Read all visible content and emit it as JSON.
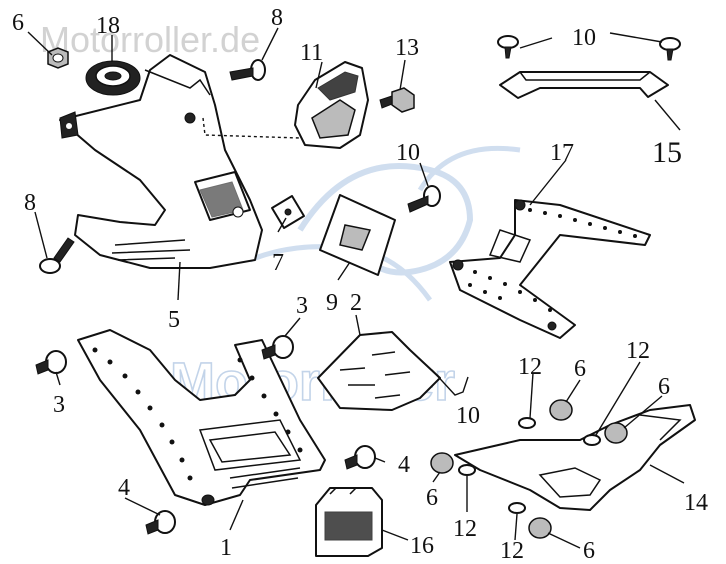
{
  "watermark": {
    "site": "Motorroller.de",
    "center": "Motorroller"
  },
  "callouts": {
    "c1": "1",
    "c2": "2",
    "c3a": "3",
    "c3b": "3",
    "c4a": "4",
    "c4b": "4",
    "c5": "5",
    "c6a": "6",
    "c6b": "6",
    "c6c": "6",
    "c6d": "6",
    "c6e": "6",
    "c7": "7",
    "c8a": "8",
    "c8b": "8",
    "c9": "9",
    "c10a": "10",
    "c10b": "10",
    "c10c": "10",
    "c11": "11",
    "c12a": "12",
    "c12b": "12",
    "c12c": "12",
    "c12d": "12",
    "c13": "13",
    "c14": "14",
    "c15": "15",
    "c16": "16",
    "c17": "17",
    "c18": "18"
  }
}
